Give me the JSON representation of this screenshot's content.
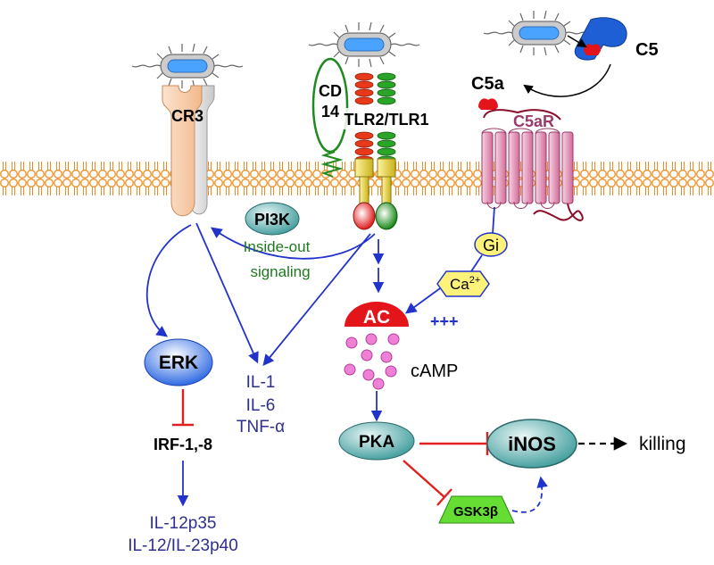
{
  "receptors": {
    "cr3": "CR3",
    "cd14_line1": "CD",
    "cd14_line2": "14",
    "tlr": "TLR2/TLR1",
    "c5": "C5",
    "c5a": "C5a",
    "c5ar": "C5aR"
  },
  "nodes": {
    "pi3k": "PI3K",
    "gi": "Gi",
    "ca_base": "Ca",
    "ca_sup": "2+",
    "ac": "AC",
    "plus": "+++",
    "camp": "cAMP",
    "pka": "PKA",
    "inos": "iNOS",
    "killing": "killing",
    "gsk_base": "GSK3",
    "gsk_beta": "β",
    "erk": "ERK",
    "irf": "IRF-1,-8"
  },
  "labels": {
    "inside_out_1": "Inside-out",
    "inside_out_2": "signaling",
    "cytokines": [
      "IL-1",
      "IL-6",
      "TNF-α"
    ],
    "il12": [
      "IL-12p35",
      "IL-12/IL-23p40"
    ]
  },
  "colors": {
    "membrane": "#f28c1e",
    "arrow_blue": "#2233cc",
    "inhibit_red": "#e02020",
    "cr3_orange": "#f6c9a4",
    "cr3_grey": "#d6d6d6",
    "ac_red": "#e4141b",
    "camp_pink": "#f07fd6",
    "teal_node": "#3d9a9a",
    "gsk_green": "#66dd33",
    "gi_yellow": "#fff27a",
    "c5ar_pink": "#e08ab0",
    "c5_blue": "#1f5fd6"
  }
}
